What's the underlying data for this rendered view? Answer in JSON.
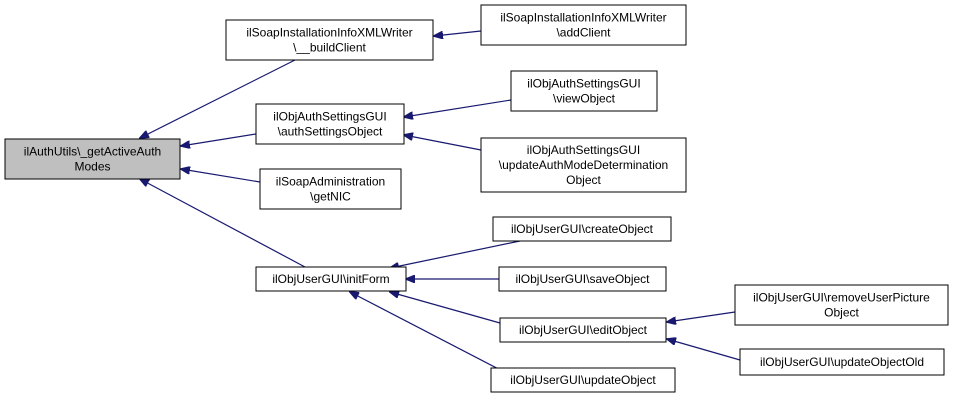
{
  "diagram": {
    "type": "call-graph",
    "edge_color": "#191970",
    "root_fill": "#bfbfbf",
    "nodes": [
      {
        "id": "n_root",
        "lines": [
          "ilAuthUtils\\_getActiveAuth",
          "Modes"
        ],
        "root": true
      },
      {
        "id": "n_soapwriter_build",
        "lines": [
          "ilSoapInstallationInfoXMLWriter",
          "\\__buildClient"
        ]
      },
      {
        "id": "n_soapwriter_add",
        "lines": [
          "ilSoapInstallationInfoXMLWriter",
          "\\addClient"
        ]
      },
      {
        "id": "n_auth_settings",
        "lines": [
          "ilObjAuthSettingsGUI",
          "\\authSettingsObject"
        ]
      },
      {
        "id": "n_auth_view",
        "lines": [
          "ilObjAuthSettingsGUI",
          "\\viewObject"
        ]
      },
      {
        "id": "n_auth_update",
        "lines": [
          "ilObjAuthSettingsGUI",
          "\\updateAuthModeDetermination",
          "Object"
        ]
      },
      {
        "id": "n_soap_admin",
        "lines": [
          "ilSoapAdministration",
          "\\getNIC"
        ]
      },
      {
        "id": "n_user_initform",
        "lines": [
          "ilObjUserGUI\\initForm"
        ]
      },
      {
        "id": "n_user_create",
        "lines": [
          "ilObjUserGUI\\createObject"
        ]
      },
      {
        "id": "n_user_save",
        "lines": [
          "ilObjUserGUI\\saveObject"
        ]
      },
      {
        "id": "n_user_edit",
        "lines": [
          "ilObjUserGUI\\editObject"
        ]
      },
      {
        "id": "n_user_update",
        "lines": [
          "ilObjUserGUI\\updateObject"
        ]
      },
      {
        "id": "n_user_removepic",
        "lines": [
          "ilObjUserGUI\\removeUserPicture",
          "Object"
        ]
      },
      {
        "id": "n_user_updateold",
        "lines": [
          "ilObjUserGUI\\updateObjectOld"
        ]
      }
    ],
    "edges": [
      {
        "from": "n_soapwriter_build",
        "to": "n_root"
      },
      {
        "from": "n_auth_settings",
        "to": "n_root"
      },
      {
        "from": "n_soap_admin",
        "to": "n_root"
      },
      {
        "from": "n_user_initform",
        "to": "n_root"
      },
      {
        "from": "n_soapwriter_add",
        "to": "n_soapwriter_build"
      },
      {
        "from": "n_auth_view",
        "to": "n_auth_settings"
      },
      {
        "from": "n_auth_update",
        "to": "n_auth_settings"
      },
      {
        "from": "n_user_create",
        "to": "n_user_initform"
      },
      {
        "from": "n_user_save",
        "to": "n_user_initform"
      },
      {
        "from": "n_user_edit",
        "to": "n_user_initform"
      },
      {
        "from": "n_user_update",
        "to": "n_user_initform"
      },
      {
        "from": "n_user_removepic",
        "to": "n_user_edit"
      },
      {
        "from": "n_user_updateold",
        "to": "n_user_edit"
      }
    ]
  }
}
